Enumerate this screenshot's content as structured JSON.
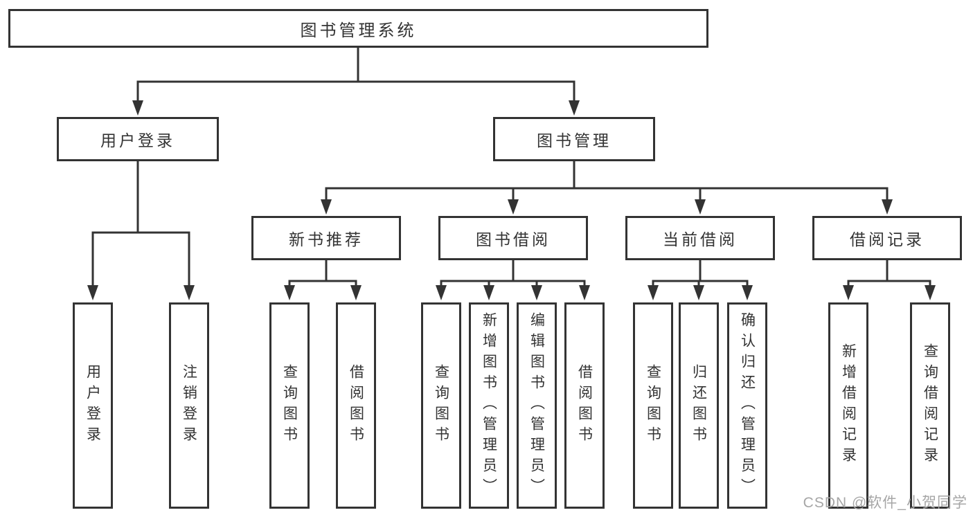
{
  "diagram": {
    "root": "图书管理系统",
    "branches": {
      "user_login": {
        "label": "用户登录",
        "children": [
          "用户登录",
          "注销登录"
        ]
      },
      "book_mgmt": {
        "label": "图书管理",
        "sections": {
          "new_books": {
            "label": "新书推荐",
            "children": [
              "查询图书",
              "借阅图书"
            ]
          },
          "borrow": {
            "label": "图书借阅",
            "children": [
              "查询图书",
              "新增图书（管理员）",
              "编辑图书（管理员）",
              "借阅图书"
            ]
          },
          "current": {
            "label": "当前借阅",
            "children": [
              "查询图书",
              "归还图书",
              "确认归还（管理员）"
            ]
          },
          "records": {
            "label": "借阅记录",
            "children": [
              "新增借阅记录",
              "查询借阅记录"
            ]
          }
        }
      }
    }
  },
  "watermark": "CSDN @软件_小贺同学",
  "colors": {
    "line": "#333333",
    "text": "#333333",
    "watermark": "#a6a6a6",
    "background": "#ffffff"
  }
}
